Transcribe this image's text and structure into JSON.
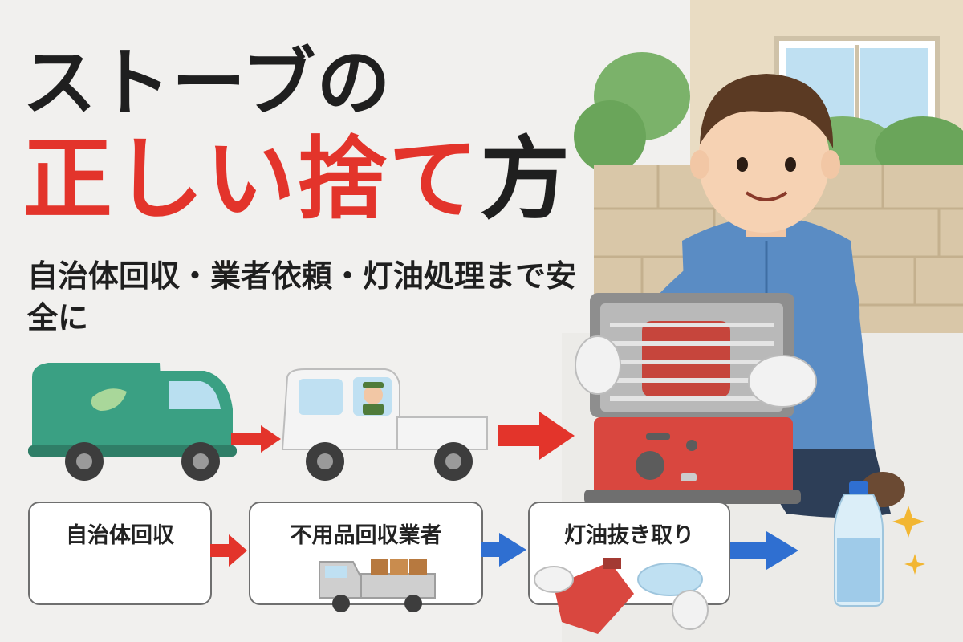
{
  "title": {
    "line1": "ストーブの",
    "line2_red": "正しい捨て",
    "line2_dark": "方"
  },
  "subtitle": "自治体回収・業者依頼・灯油処理まで安全に",
  "steps": [
    {
      "label": "自治体回収"
    },
    {
      "label": "不用品回収業者"
    },
    {
      "label": "灯油抜き取り"
    }
  ],
  "colors": {
    "title_red": "#e3342b",
    "arrow_red": "#e3342b",
    "arrow_blue": "#2f6fd1",
    "garbage_truck": "#3aa083",
    "stove_red": "#d9473f",
    "worker_shirt": "#5a8cc4"
  }
}
